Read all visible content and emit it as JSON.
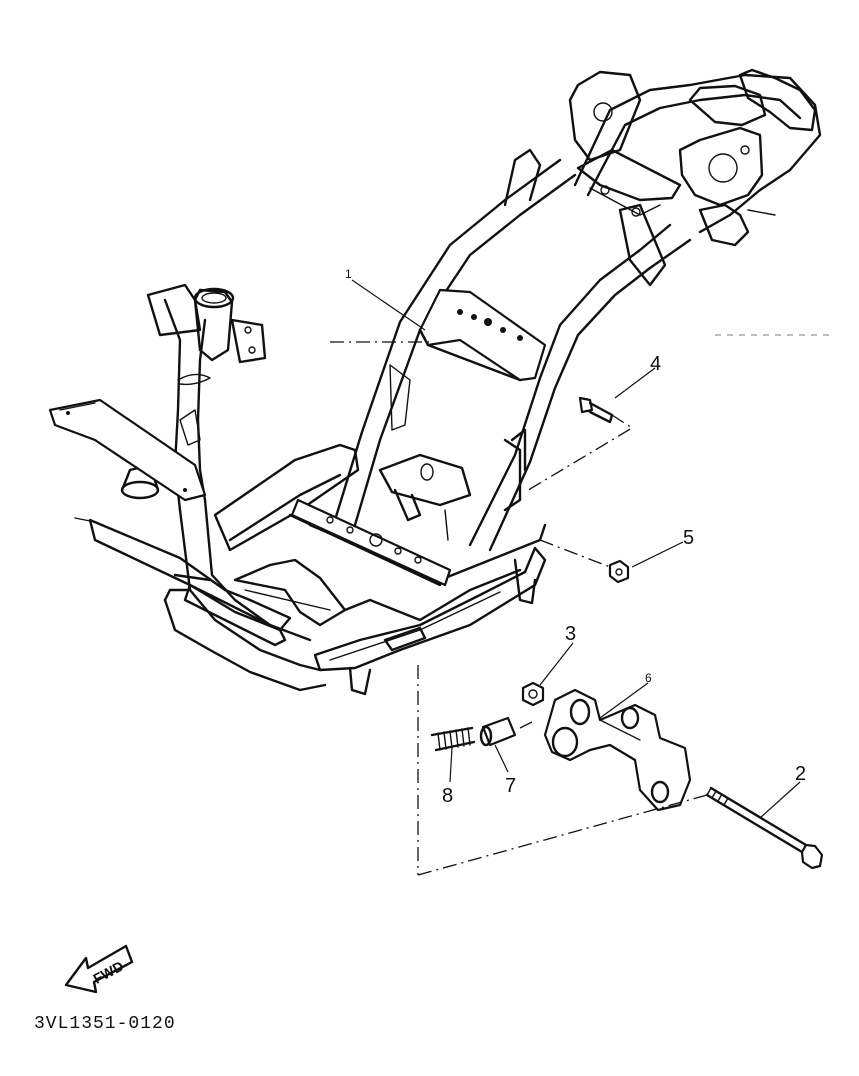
{
  "diagram": {
    "part_labels": [
      "1",
      "2",
      "3",
      "4",
      "5",
      "6",
      "7",
      "8"
    ],
    "fwd_label": "FWD",
    "catalog_code": "3VL1351-0120"
  }
}
